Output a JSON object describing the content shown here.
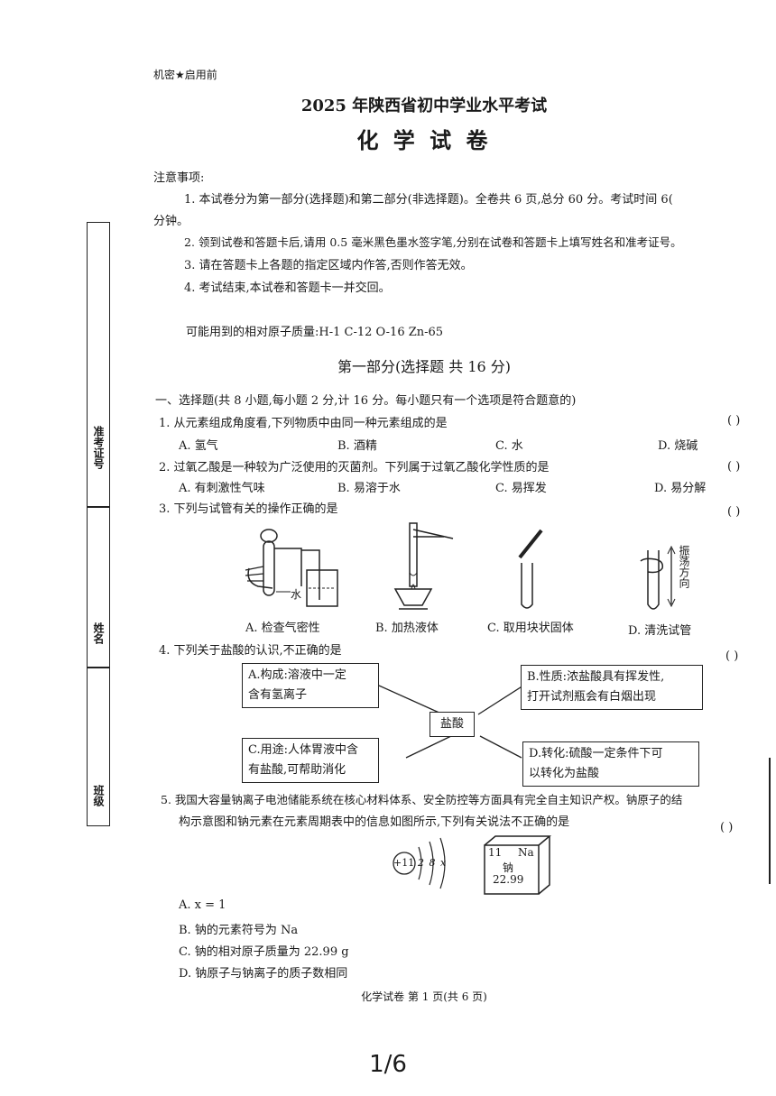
{
  "header": {
    "secret": "机密★启用前",
    "title": "2025 年陕西省初中学业水平考试",
    "subtitle": "化 学 试 卷"
  },
  "notice": {
    "heading": "注意事项:",
    "item1_line1": "1. 本试卷分为第一部分(选择题)和第二部分(非选择题)。全卷共 6 页,总分 60 分。考试时间 6(",
    "item1_line2": "分钟。",
    "item2": "2. 领到试卷和答题卡后,请用 0.5 毫米黑色墨水签字笔,分别在试卷和答题卡上填写姓名和准考证号。",
    "item3": "3. 请在答题卡上各题的指定区域内作答,否则作答无效。",
    "item4": "4. 考试结束,本试卷和答题卡一并交回。"
  },
  "atomic_mass": "可能用到的相对原子质量:H-1   C-12   O-16   Zn-65",
  "side_labels": {
    "exam_no": "准考证号",
    "name": "姓名",
    "class": "班级"
  },
  "part1": {
    "heading": "第一部分(选择题   共 16 分)",
    "section": "一、选择题(共 8 小题,每小题 2 分,计 16 分。每小题只有一个选项是符合题意的)"
  },
  "paren": "(      )",
  "q1": {
    "stem": "1. 从元素组成角度看,下列物质中由同一种元素组成的是",
    "a": "A. 氢气",
    "b": "B. 酒精",
    "c": "C. 水",
    "d": "D. 烧碱"
  },
  "q2": {
    "stem": "2. 过氧乙酸是一种较为广泛使用的灭菌剂。下列属于过氧乙酸化学性质的是",
    "a": "A. 有刺激性气味",
    "b": "B. 易溶于水",
    "c": "C. 易挥发",
    "d": "D. 易分解"
  },
  "q3": {
    "stem": "3. 下列与试管有关的操作正确的是",
    "a": "A. 检查气密性",
    "b": "B. 加热液体",
    "c": "C. 取用块状固体",
    "d": "D. 清洗试管",
    "water_label": "水",
    "shake_label": "振荡方向"
  },
  "q4": {
    "stem": "4. 下列关于盐酸的认识,不正确的是",
    "center": "盐酸",
    "a_line1": "A.构成:溶液中一定",
    "a_line2": "含有氢离子",
    "b_line1": "B.性质:浓盐酸具有挥发性,",
    "b_line2": "打开试剂瓶会有白烟出现",
    "c_line1": "C.用途:人体胃液中含",
    "c_line2": "有盐酸,可帮助消化",
    "d_line1": "D.转化:硫酸一定条件下可",
    "d_line2": "以转化为盐酸"
  },
  "q5": {
    "stem_line1": "5. 我国大容量钠离子电池储能系统在核心材料体系、安全防控等方面具有完全自主知识产权。钠原子的结",
    "stem_line2": "构示意图和钠元素在元素周期表中的信息如图所示,下列有关说法不正确的是",
    "nucleus": "+11",
    "shells": "2 8 x",
    "cell_number": "11",
    "cell_symbol": "Na",
    "cell_name": "钠",
    "cell_mass": "22.99",
    "a": "A.  x = 1",
    "b": "B.  钠的元素符号为 Na",
    "c": "C.  钠的相对原子质量为 22.99 g",
    "d": "D.  钠原子与钠离子的质子数相同"
  },
  "footer": "化学试卷   第 1 页(共 6 页)",
  "page_indicator": "1/6"
}
